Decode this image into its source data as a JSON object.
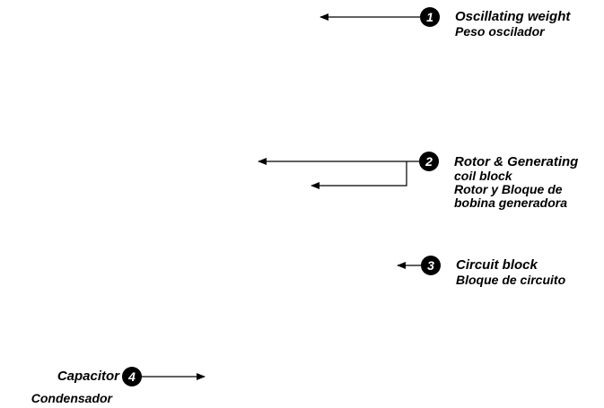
{
  "callouts": [
    {
      "number": "1",
      "lines": [
        "Oscillating weight",
        "Peso oscilador"
      ]
    },
    {
      "number": "2",
      "lines": [
        "Rotor & Generating",
        "coil block",
        "Rotor y Bloque de",
        "bobina generadora"
      ]
    },
    {
      "number": "3",
      "lines": [
        "Circuit block",
        "Bloque de circuito"
      ]
    },
    {
      "number": "4",
      "lines": [
        "Capacitor",
        "Condensador"
      ]
    }
  ],
  "colors": {
    "badge_fill": "#000000",
    "badge_text": "#ffffff",
    "text": "#000000",
    "line": "#000000"
  }
}
